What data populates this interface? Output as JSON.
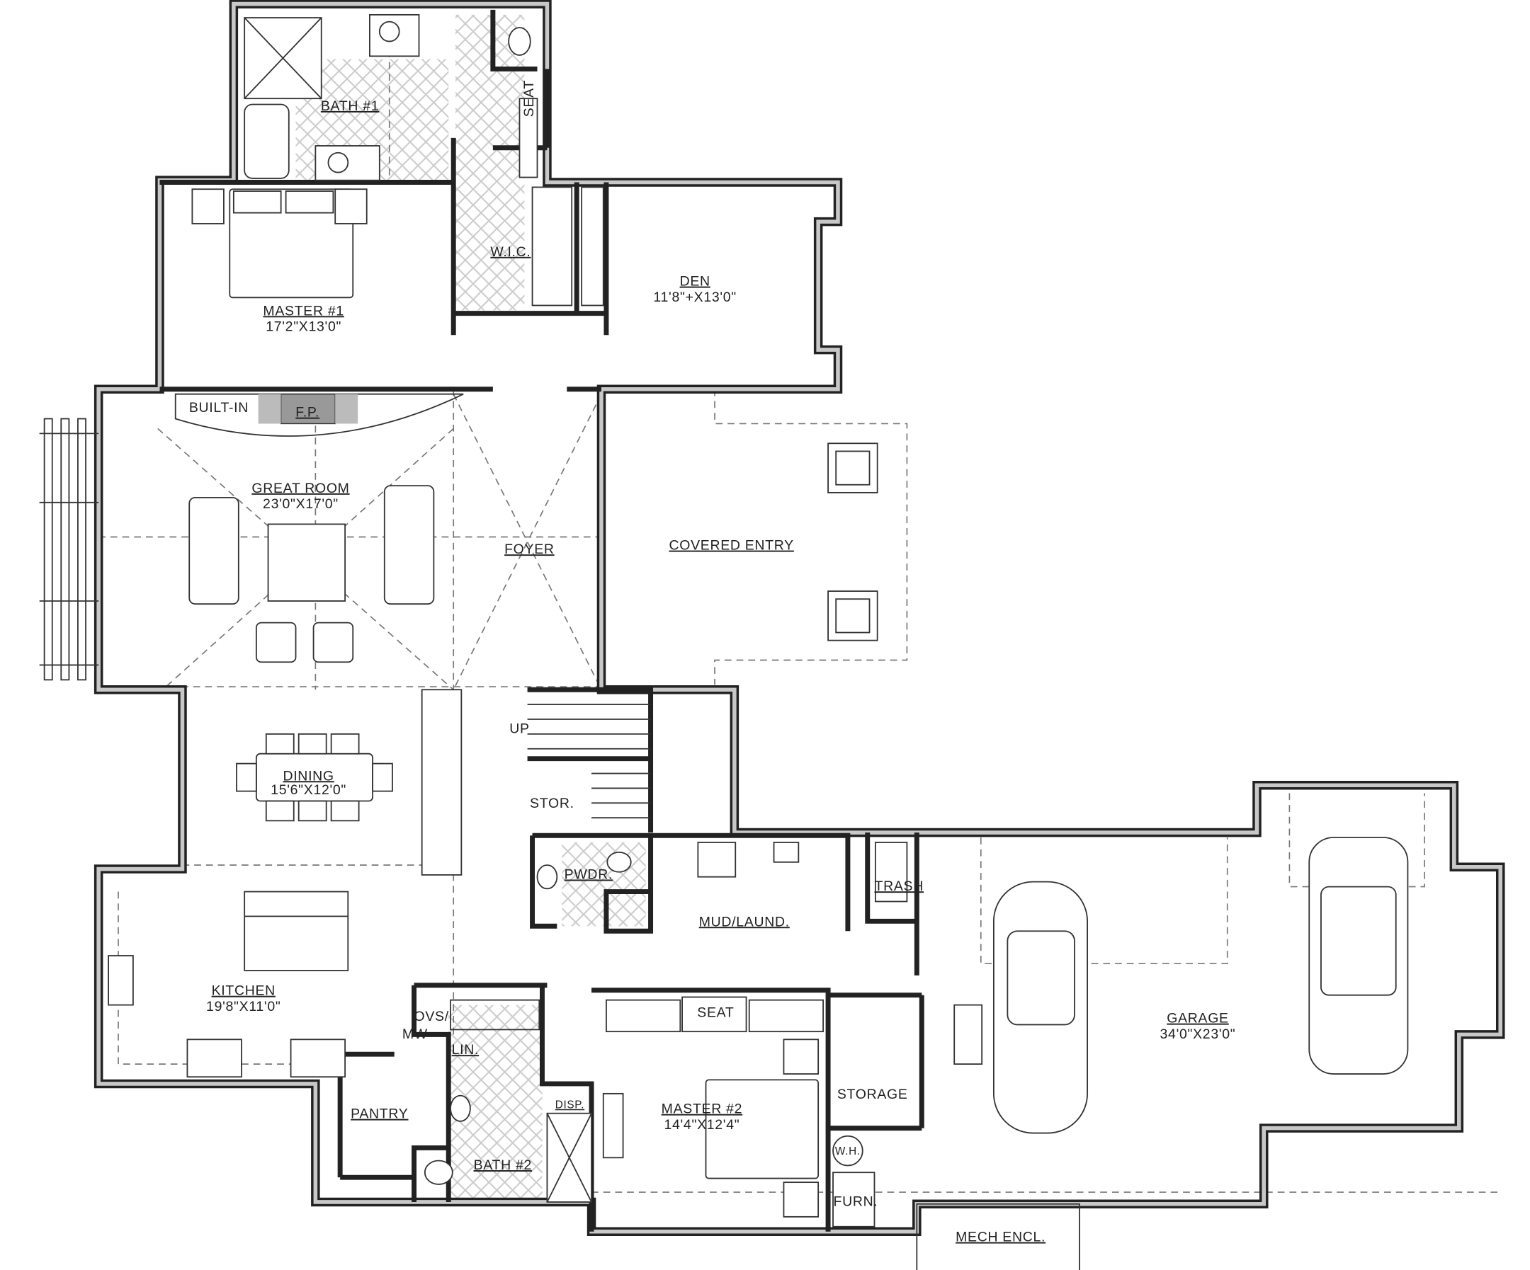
{
  "rooms": {
    "bath1": {
      "name": "BATH #1"
    },
    "seat1": {
      "name": "SEAT"
    },
    "wic": {
      "name": "W.I.C."
    },
    "master1": {
      "name": "MASTER #1",
      "size": "17'2\"X13'0\""
    },
    "den": {
      "name": "DEN",
      "size": "11'8\"+X13'0\""
    },
    "great_room": {
      "name": "GREAT ROOM",
      "size": "23'0\"X17'0\""
    },
    "builtin": {
      "name": "BUILT-IN"
    },
    "fireplace": {
      "name": "F.P."
    },
    "foyer": {
      "name": "FOYER"
    },
    "covered_entry": {
      "name": "COVERED ENTRY"
    },
    "up": {
      "name": "UP"
    },
    "stor": {
      "name": "STOR."
    },
    "dining": {
      "name": "DINING",
      "size": "15'6\"X12'0\""
    },
    "pwdr": {
      "name": "PWDR."
    },
    "mud": {
      "name": "MUD/LAUND."
    },
    "trash": {
      "name": "TRASH"
    },
    "kitchen": {
      "name": "KITCHEN",
      "size": "19'8\"X11'0\""
    },
    "ovs": {
      "name": "OVS/",
      "name2": "MW"
    },
    "lin": {
      "name": "LIN."
    },
    "seat2": {
      "name": "SEAT"
    },
    "pantry": {
      "name": "PANTRY"
    },
    "disp": {
      "name": "DISP."
    },
    "bath2": {
      "name": "BATH #2"
    },
    "master2": {
      "name": "MASTER #2",
      "size": "14'4\"X12'4\""
    },
    "storage": {
      "name": "STORAGE"
    },
    "wh": {
      "name": "W.H."
    },
    "furn": {
      "name": "FURN."
    },
    "garage": {
      "name": "GARAGE",
      "size": "34'0\"X23'0\""
    },
    "mech": {
      "name": "MECH ENCL."
    }
  }
}
